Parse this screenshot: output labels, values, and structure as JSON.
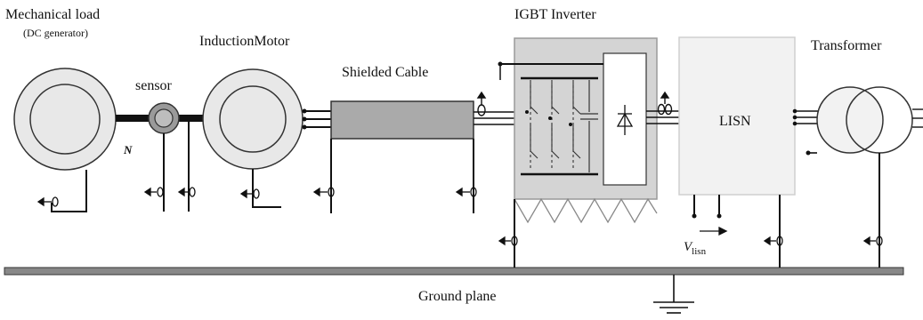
{
  "labels": {
    "mechanical_load": "Mechanical load",
    "dc_generator": "(DC generator)",
    "sensor": "sensor",
    "induction_motor": "InductionMotor",
    "shielded_cable": "Shielded Cable",
    "igbt_inverter": "IGBT Inverter",
    "transformer": "Transformer",
    "lisn": "LISN",
    "v_lisn_main": "V",
    "v_lisn_sub": "lisn",
    "node_n": "N",
    "ground_plane": "Ground plane"
  },
  "colors": {
    "line": "#111111",
    "cable_fill": "#aaaaaa",
    "inverter_fill": "#d4d4d4",
    "lisn_fill": "#f2f2f2",
    "lisn_stroke": "#cfcfcf",
    "sensor_fill": "#9a9a9a",
    "machine_fill": "#e8e8e8",
    "ground_fill": "#888888"
  }
}
